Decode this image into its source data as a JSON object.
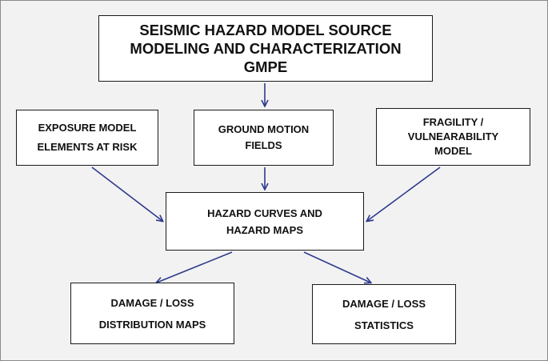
{
  "nodes": {
    "source_model": {
      "lines": [
        "SEISMIC HAZARD MODEL SOURCE",
        "MODELING AND CHARACTERIZATION",
        "GMPE"
      ]
    },
    "exposure_model": {
      "lines": [
        "EXPOSURE MODEL",
        "ELEMENTS AT RISK"
      ]
    },
    "ground_motion": {
      "lines": [
        "GROUND MOTION",
        "FIELDS"
      ]
    },
    "fragility": {
      "lines": [
        "FRAGILITY /",
        "VULNEARABILITY",
        "MODEL"
      ]
    },
    "hazard_curves": {
      "lines": [
        "HAZARD CURVES AND",
        "HAZARD MAPS"
      ]
    },
    "damage_maps": {
      "lines": [
        "DAMAGE / LOSS",
        "DISTRIBUTION MAPS"
      ]
    },
    "damage_stats": {
      "lines": [
        "DAMAGE / LOSS",
        "STATISTICS"
      ]
    }
  },
  "edges": [
    {
      "from": "source_model",
      "to": "ground_motion"
    },
    {
      "from": "exposure_model",
      "to": "hazard_curves"
    },
    {
      "from": "ground_motion",
      "to": "hazard_curves"
    },
    {
      "from": "fragility",
      "to": "hazard_curves"
    },
    {
      "from": "hazard_curves",
      "to": "damage_maps"
    },
    {
      "from": "hazard_curves",
      "to": "damage_stats"
    }
  ],
  "colors": {
    "arrow": "#2e3a8c",
    "box_border": "#1a1a1a",
    "background": "#f2f2f2"
  }
}
